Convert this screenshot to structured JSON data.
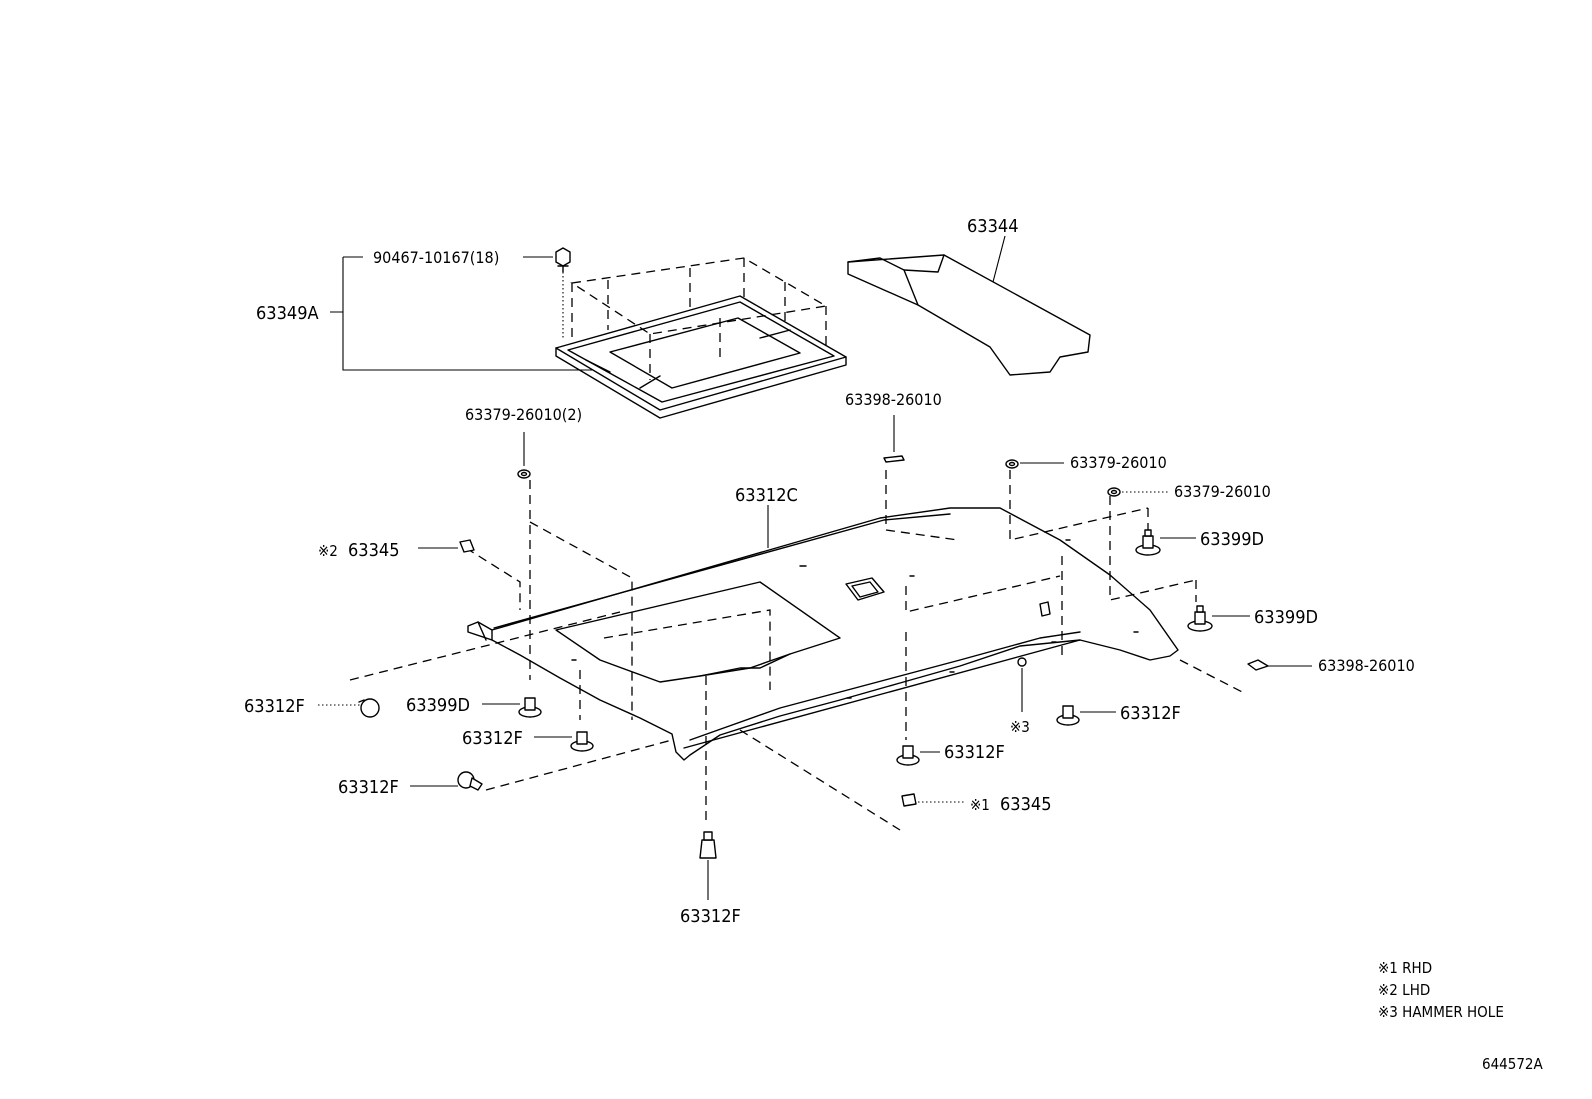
{
  "labels": {
    "bolt_90467": "90467-10167(18)",
    "frame_63349A": "63349A",
    "visor_63344": "63344",
    "headlining_63312C": "63312C",
    "plug_top_left": "63379-26010(2)",
    "plate_top": "63398-26010",
    "plug_right_1": "63379-26010",
    "plug_right_2": "63379-26010",
    "clip_63399D_1": "63399D",
    "clip_63399D_2": "63399D",
    "plate_right": "63398-26010",
    "cap_lhd_mark": "※2",
    "cap_lhd": "63345",
    "clip_63312F_left": "63312F",
    "clip_63399D_left": "63399D",
    "clip_63312F_mid_left": "63312F",
    "clip_63312F_low_left": "63312F",
    "clip_63312F_right": "63312F",
    "hammer_mark": "※3",
    "clip_63312F_center": "63312F",
    "cap_rhd_mark": "※1",
    "cap_rhd": "63345",
    "clip_63312F_bottom": "63312F"
  },
  "legend": [
    "※1 RHD",
    "※2 LHD",
    "※3 HAMMER HOLE"
  ],
  "diagram_id": "644572A"
}
